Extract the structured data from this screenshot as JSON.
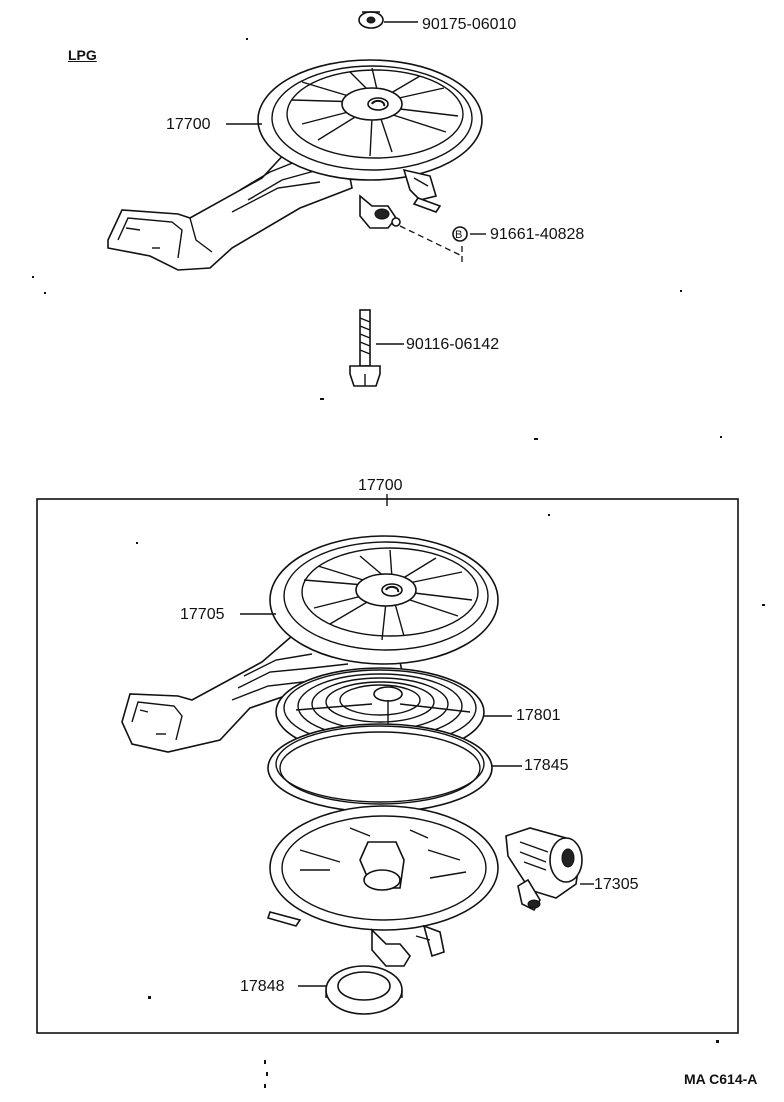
{
  "variant_label": "LPG",
  "top_assembly": {
    "parts": {
      "clip_part_no": "90175-06010",
      "assembly_part_no": "17700",
      "grommet_part_no": "91661-40828",
      "grommet_marker": "B",
      "bolt_part_no": "90116-06142"
    }
  },
  "exploded_view": {
    "box_title": "17700",
    "parts": {
      "cap_part_no": "17705",
      "element_part_no": "17801",
      "gasket_part_no": "17845",
      "case_part_no": "17305",
      "seal_part_no": "17848"
    }
  },
  "diagram_code": "MA C614-A"
}
